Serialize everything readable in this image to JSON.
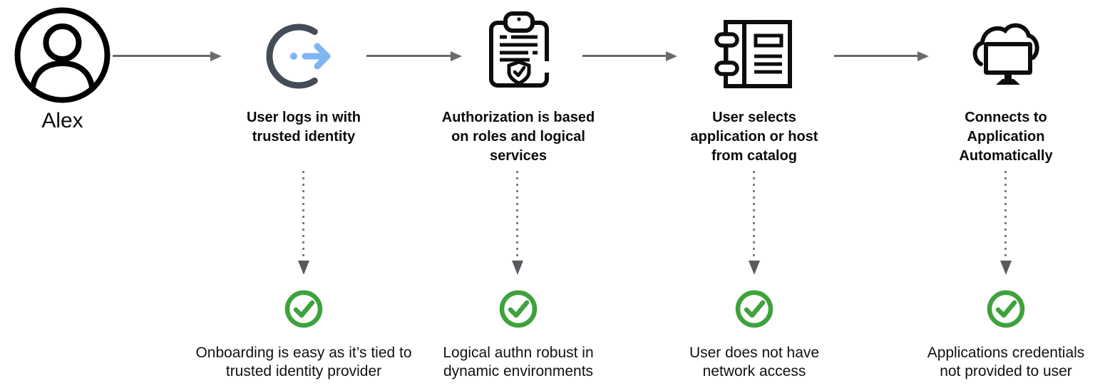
{
  "diagram": {
    "actor": {
      "name": "Alex",
      "icon": "user-avatar-icon"
    },
    "steps": [
      {
        "icon": "login-arrow-icon",
        "label": "User logs in with trusted identity",
        "benefit": "Onboarding is easy as it’s tied to trusted identity provider"
      },
      {
        "icon": "authorization-clipboard-icon",
        "label": "Authorization is based on roles and logical services",
        "benefit": "Logical authn robust in dynamic environments"
      },
      {
        "icon": "application-catalog-icon",
        "label": "User selects application or host from catalog",
        "benefit": "User does not have network access"
      },
      {
        "icon": "cloud-desktop-icon",
        "label": "Connects to Application Automatically",
        "benefit": "Applications credentials not provided to user"
      }
    ],
    "colors": {
      "check_green": "#3fa23c",
      "flow_arrow_gray": "#6a6a6a",
      "dotted_arrow_gray": "#7d7d7d",
      "icon_black": "#0d0d0d",
      "login_ring_slate": "#434c57",
      "login_arrow_blue": "#7fb5f2"
    }
  }
}
